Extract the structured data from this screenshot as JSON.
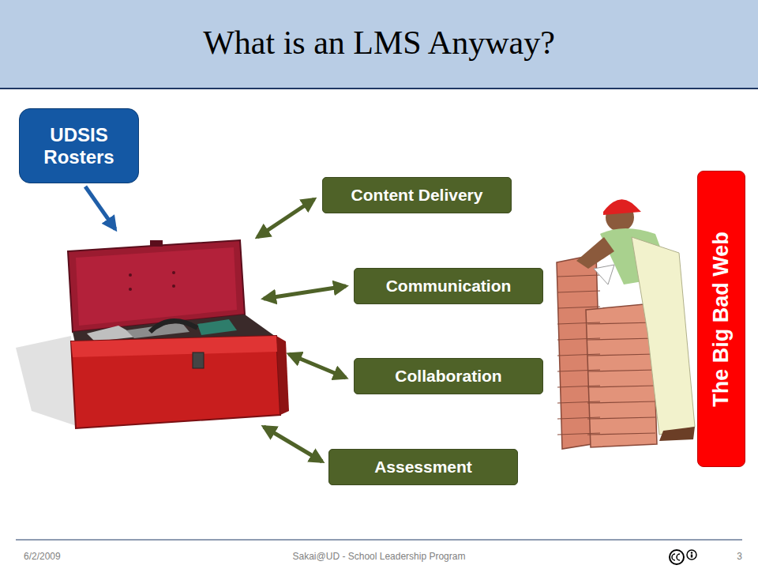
{
  "diagram": {
    "title": "What is an LMS Anyway?",
    "nodes": [
      {
        "text": [
          "UDSIS Rosters"
        ]
      },
      {
        "text": [
          "Content Delivery"
        ]
      },
      {
        "text": [
          "Communication"
        ]
      },
      {
        "text": [
          "Collaboration"
        ]
      },
      {
        "text": [
          "Assessment"
        ]
      },
      {
        "text": [
          "The Big Bad Web"
        ]
      }
    ],
    "labels": [
      "6/2/2009",
      "Sakai@UD - School Leadership Program",
      "3"
    ]
  }
}
